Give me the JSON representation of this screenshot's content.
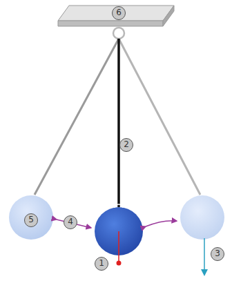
{
  "diagram": {
    "labels": [
      "6",
      "2",
      "5",
      "4",
      "1",
      "3"
    ]
  }
}
